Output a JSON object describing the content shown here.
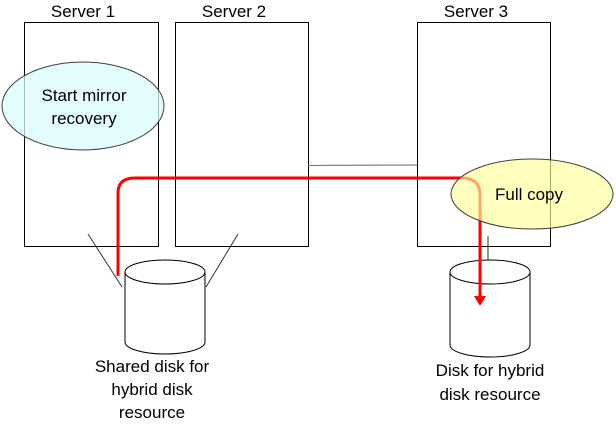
{
  "servers": [
    {
      "label": "Server 1"
    },
    {
      "label": "Server 2"
    },
    {
      "label": "Server 3"
    }
  ],
  "callouts": {
    "start": {
      "lines": [
        "Start mirror",
        "recovery"
      ],
      "fill": "#e0ffff"
    },
    "copy": {
      "lines": [
        "Full copy"
      ],
      "fill": "#ffffc0"
    }
  },
  "disks": {
    "shared": {
      "lines": [
        "Shared disk for",
        "hybrid disk",
        "resource"
      ]
    },
    "hybrid": {
      "lines": [
        "Disk for hybrid",
        "disk resource"
      ]
    }
  },
  "colors": {
    "flow": "#ff0000",
    "network": "#808080",
    "outline": "#000000"
  }
}
